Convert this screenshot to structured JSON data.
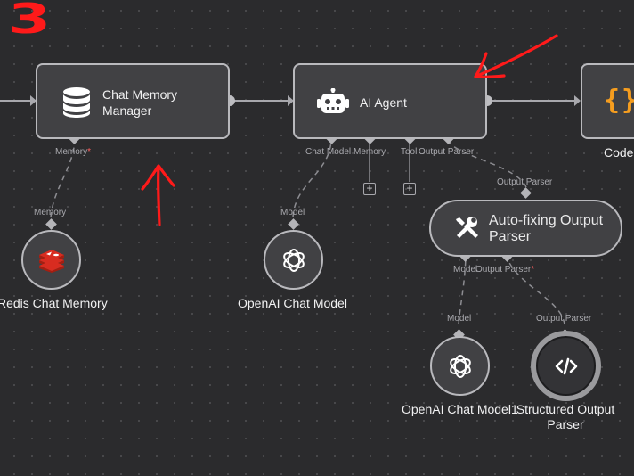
{
  "annotation": {
    "step_number": "3"
  },
  "nodes": {
    "chat_memory_manager": {
      "title": "Chat Memory Manager"
    },
    "ai_agent": {
      "title": "AI Agent"
    },
    "code": {
      "title": "Code"
    },
    "redis_chat_memory": {
      "title": "Redis Chat Memory"
    },
    "openai_chat_model_1": {
      "title": "OpenAI Chat Model"
    },
    "auto_fixing_parser": {
      "title": "Auto-fixing Output Parser"
    },
    "openai_chat_model_2": {
      "title": "OpenAI Chat Model1"
    },
    "structured_output_parser": {
      "title": "Structured Output Parser"
    }
  },
  "ports": {
    "cmm_memory": "Memory",
    "cmm_memory_required": "*",
    "redis_memory": "Memory",
    "agent_chat_model": "Chat Model",
    "agent_memory": "Memory",
    "agent_tool": "Tool",
    "agent_output_parser": "Output Parser",
    "openai1_model": "Model",
    "afp_output_parser_in": "Output Parser",
    "afp_model": "Model",
    "afp_output_parser": "Output Parser",
    "afp_output_parser_required": "*",
    "openai2_model": "Model",
    "sop_output_parser": "Output Parser"
  },
  "buttons": {
    "add_memory": "+",
    "add_tool": "+"
  },
  "colors": {
    "canvas": "#2b2b2d",
    "node_fill": "#414144",
    "node_border": "#b9b9bd",
    "annotation_red": "#ff1a1a",
    "code_orange": "#f59d1f",
    "redis_red": "#d82c20"
  }
}
